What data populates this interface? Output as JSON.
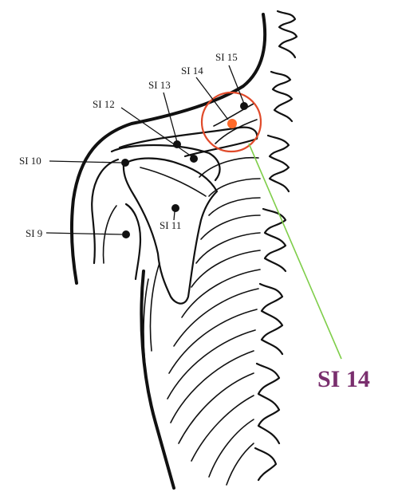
{
  "callout": {
    "label": "SI 14",
    "color": "#7a2f6e"
  },
  "highlight": {
    "circle_color": "#e04a2a",
    "point_color": "#ff6a2a",
    "pointer_color": "#7fce4a"
  },
  "points": {
    "si15": "SI 15",
    "si14": "SI 14",
    "si13": "SI 13",
    "si12": "SI 12",
    "si10": "SI 10",
    "si11": "SI 11",
    "si9": "SI 9"
  }
}
